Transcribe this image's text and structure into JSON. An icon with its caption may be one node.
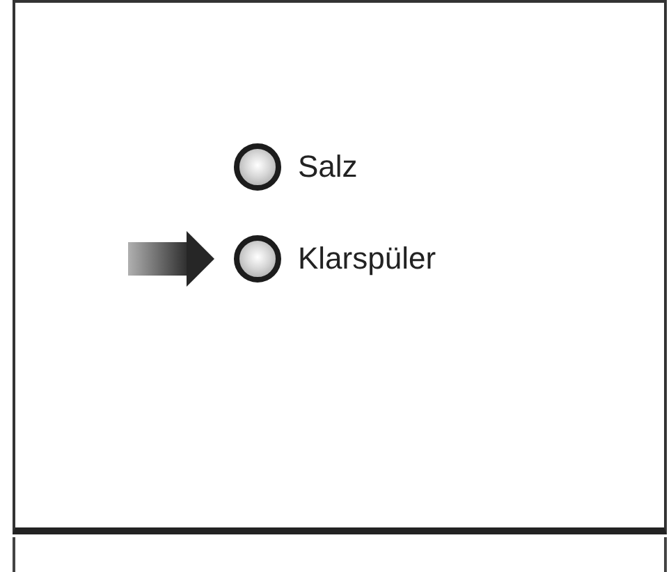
{
  "diagram": {
    "nodes": [
      {
        "text": [],
        "shape": "box"
      },
      {
        "text": [],
        "shape": "circle",
        "in": 0,
        "beside": [
          "Salz"
        ]
      },
      {
        "text": [],
        "shape": "circle",
        "in": 0,
        "beside": [
          "Klarspüler"
        ]
      }
    ],
    "edges": [
      {
        "from": null,
        "to": 2,
        "arrow": "to"
      }
    ]
  }
}
